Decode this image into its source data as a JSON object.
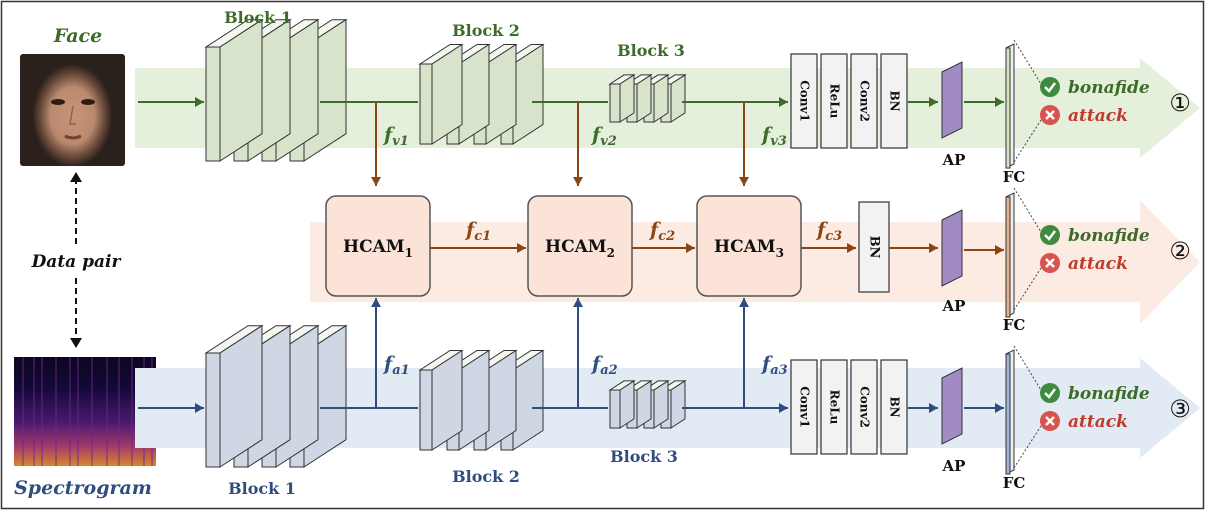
{
  "colors": {
    "green": "#3d6b2a",
    "green_light": "#e3eedb",
    "blue": "#2f4e7e",
    "blue_light": "#dde7f2",
    "brown": "#8b4513",
    "brown_light": "#fbe6dc",
    "hcam_fill": "#fbe3d8",
    "block_green": "#d7e3ca",
    "block_blue": "#cfd6e4",
    "ap_purple": "#a08bc4",
    "check_green": "#3e8a3e",
    "cross_red": "#d9534f"
  },
  "top": {
    "input_label": "Face",
    "block1_label": "Block 1",
    "block2_label": "Block 2",
    "block3_label": "Block 3",
    "f1": "v1",
    "f2": "v2",
    "f3": "v3",
    "layers": [
      "Conv1",
      "ReLu",
      "Conv2",
      "BN"
    ],
    "ap_label": "AP",
    "fc_label": "FC",
    "bonafide": "bonafide",
    "attack": "attack",
    "stream_marker": "①"
  },
  "middle": {
    "pair_label": "Data pair",
    "hcam": [
      "1",
      "2",
      "3"
    ],
    "hcam_text": "HCAM",
    "fc1": "c1",
    "fc2": "c2",
    "fc3": "c3",
    "bn_label": "BN",
    "ap_label": "AP",
    "fc_label": "FC",
    "bonafide": "bonafide",
    "attack": "attack",
    "stream_marker": "②"
  },
  "bottom": {
    "input_label": "Spectrogram",
    "block1_label": "Block 1",
    "block2_label": "Block 2",
    "block3_label": "Block 3",
    "f1": "a1",
    "f2": "a2",
    "f3": "a3",
    "layers": [
      "Conv1",
      "ReLu",
      "Conv2",
      "BN"
    ],
    "ap_label": "AP",
    "fc_label": "FC",
    "bonafide": "bonafide",
    "attack": "attack",
    "stream_marker": "③"
  }
}
